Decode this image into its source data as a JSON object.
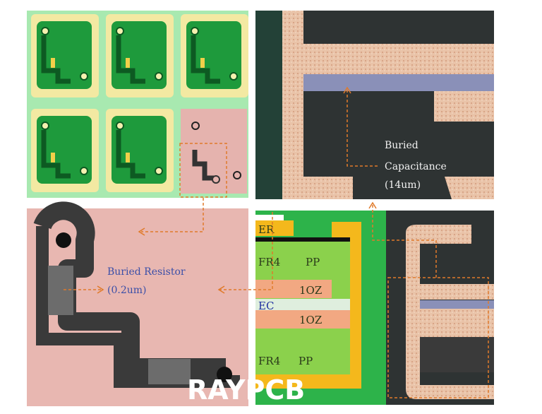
{
  "labels": {
    "buried_capacitance": [
      "Buried",
      "Capacitance",
      "(14um)"
    ],
    "buried_resistor": [
      "Buried Resistor",
      "(0.2um)"
    ]
  },
  "layers": {
    "er": "ER",
    "fr4_top": "FR4",
    "pp_top": "PP",
    "oz_top": "1OZ",
    "ec": "EC",
    "oz_bottom": "1OZ",
    "fr4_bottom": "FR4",
    "pp_bottom": "PP"
  },
  "watermark": "RAYPCB",
  "colors": {
    "annotation": "#e07a2a",
    "label_text": "#3b4fa8",
    "ec_text": "#1f2fa0",
    "pcb_green": "#2db34a",
    "layer_green": "#8bd14c",
    "gold": "#f4b81c",
    "copper": "#f2a882",
    "board_pink": "#e3b4ad"
  }
}
